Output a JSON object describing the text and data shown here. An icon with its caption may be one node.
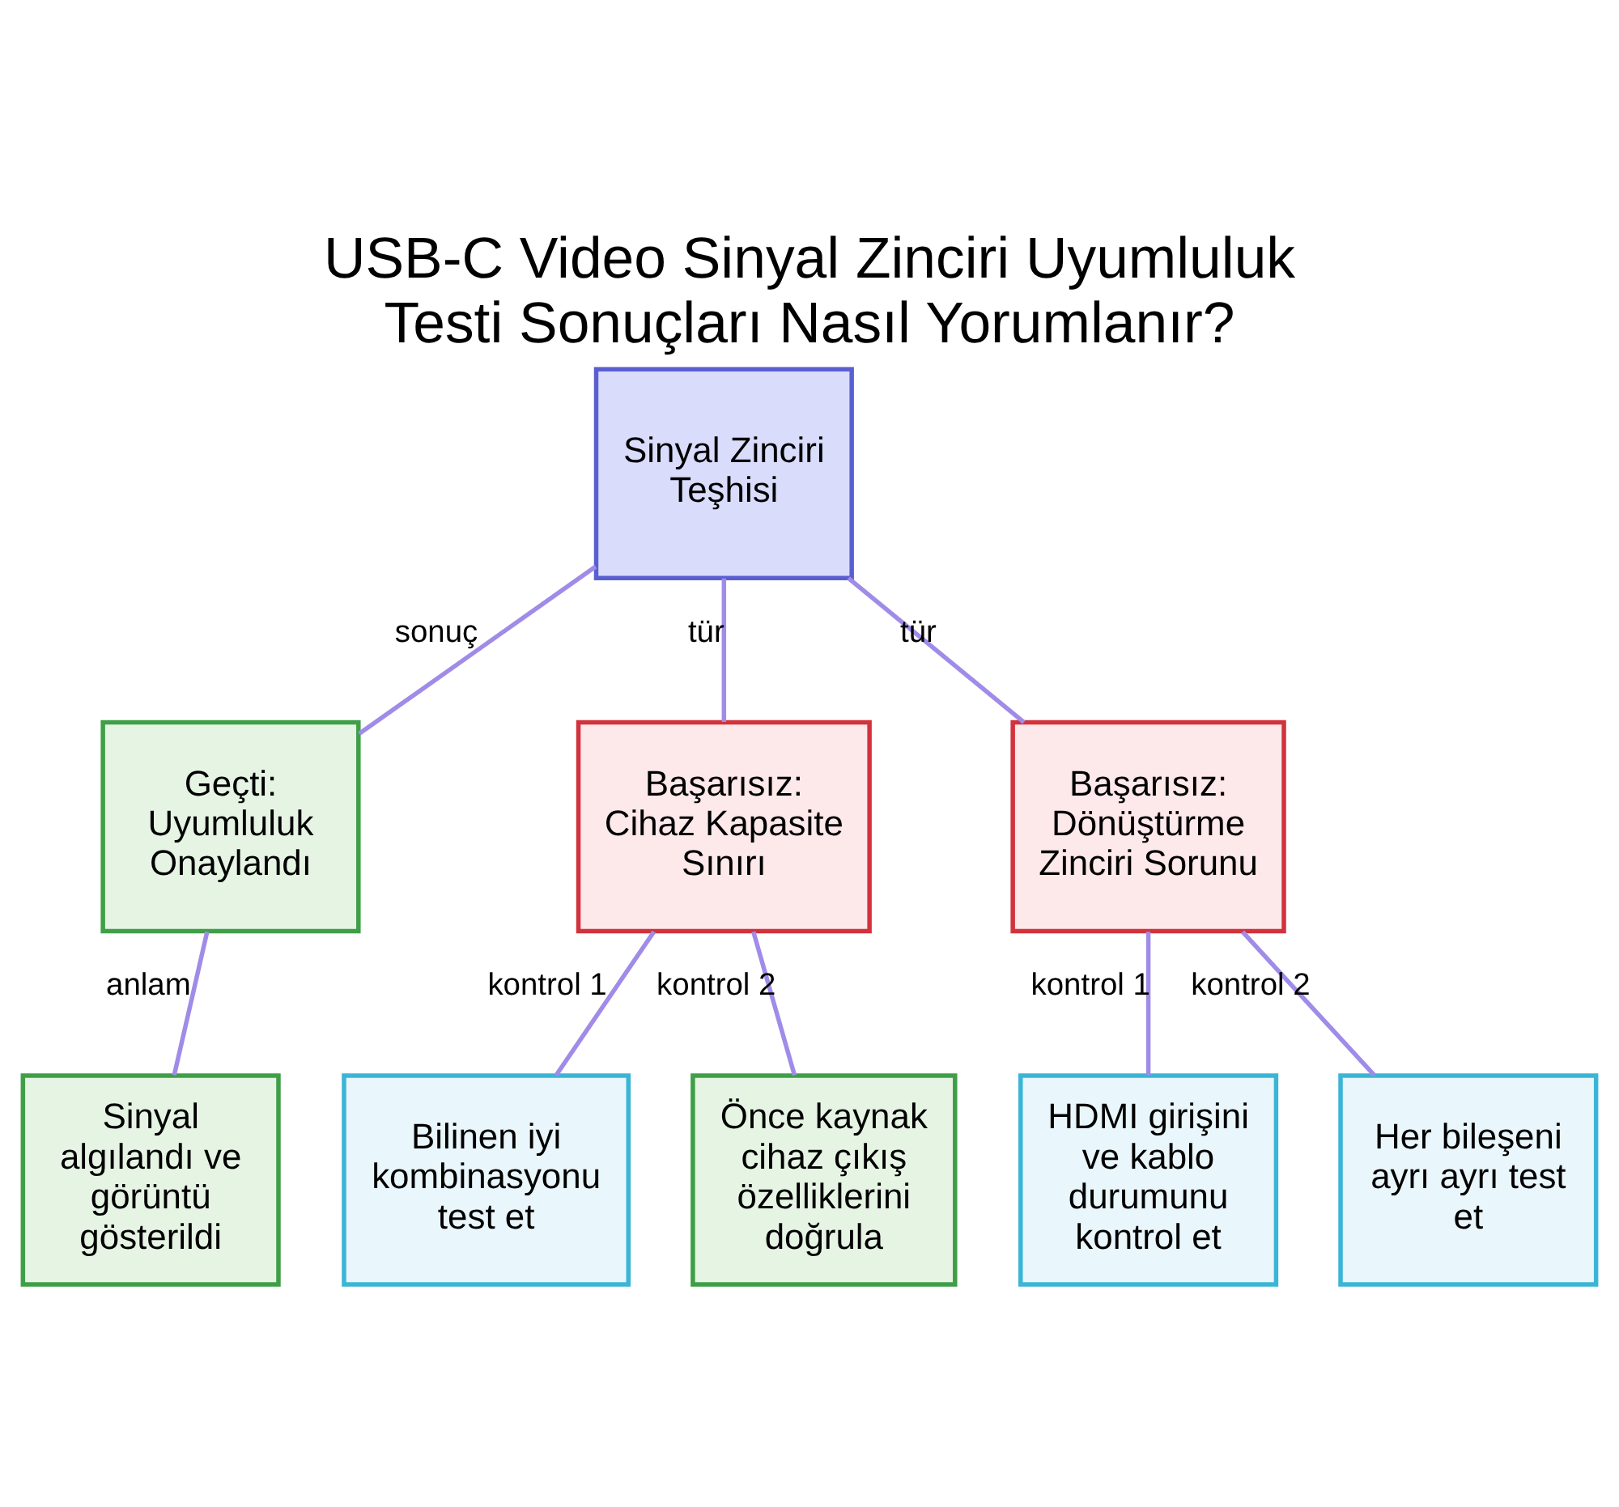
{
  "diagram": {
    "title": "USB-C Video Sinyal Zinciri Uyumluluk Testi Sonuçları Nasıl Yorumlanır?",
    "nodes": [
      {
        "text": [
          "Sinyal Zinciri Teşhisi"
        ]
      },
      {
        "text": [
          "Geçti: Uyumluluk Onaylandı"
        ]
      },
      {
        "text": [
          "Başarısız: Cihaz Kapasite Sınırı"
        ]
      },
      {
        "text": [
          "Başarısız: Dönüştürme Zinciri Sorunu"
        ]
      },
      {
        "text": [
          "Sinyal algılandı ve görüntü gösterildi"
        ]
      },
      {
        "text": [
          "Bilinen iyi kombinasyonu test et"
        ]
      },
      {
        "text": [
          "Önce kaynak cihaz çıkış özelliklerini doğrula"
        ]
      },
      {
        "text": [
          "HDMI girişini ve kablo durumunu kontrol et"
        ]
      },
      {
        "text": [
          "Her bileşeni ayrı ayrı test et"
        ]
      }
    ],
    "edges": [
      {
        "from": 0,
        "to": 1,
        "arrow": "none",
        "label": "sonuç"
      },
      {
        "from": 0,
        "to": 2,
        "arrow": "none",
        "label": "tür"
      },
      {
        "from": 0,
        "to": 3,
        "arrow": "none",
        "label": "tür"
      },
      {
        "from": 1,
        "to": 4,
        "arrow": "none",
        "label": "anlam"
      },
      {
        "from": 2,
        "to": 5,
        "arrow": "none",
        "label": "kontrol 1"
      },
      {
        "from": 2,
        "to": 6,
        "arrow": "none",
        "label": "kontrol 2"
      },
      {
        "from": 3,
        "to": 7,
        "arrow": "none",
        "label": "kontrol 1"
      },
      {
        "from": 3,
        "to": 8,
        "arrow": "none",
        "label": "kontrol 2"
      }
    ]
  }
}
